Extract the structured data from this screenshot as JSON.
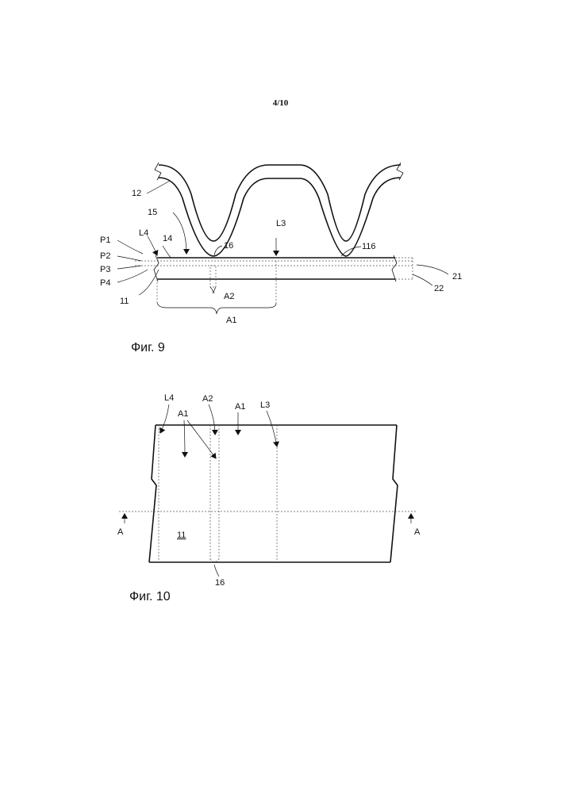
{
  "page": {
    "number": "4/10"
  },
  "fig9": {
    "caption": "Фиг. 9",
    "labels": {
      "p1": "P1",
      "p2": "P2",
      "p3": "P3",
      "p4": "P4",
      "l4": "L4",
      "l3": "L3",
      "n11": "11",
      "n12": "12",
      "n14": "14",
      "n15": "15",
      "n16": "16",
      "n116": "116",
      "n21": "21",
      "n22": "22",
      "a1": "A1",
      "a2": "A2"
    }
  },
  "fig10": {
    "caption": "Фиг. 10",
    "labels": {
      "l4": "L4",
      "l3": "L3",
      "a2": "A2",
      "a1_top": "A1",
      "a1_mid": "A1",
      "n11": "11",
      "n16": "16",
      "section_left": "A",
      "section_right": "A"
    }
  }
}
